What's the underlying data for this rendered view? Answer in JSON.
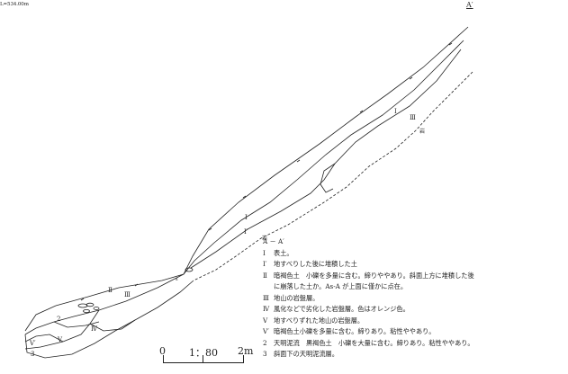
{
  "elevation_label": "L=534.00m",
  "section_label_top": "A′",
  "layer_labels": {
    "upper_I": "I",
    "upper_III": "Ⅲ",
    "upper_rock": "岩",
    "mid_I": "I",
    "mid_Iprime": "I′",
    "mid_rock": "岩",
    "low_II": "Ⅱ",
    "low_III": "Ⅲ",
    "low_IV": "Ⅳ",
    "low_2": "2",
    "low_V": "V",
    "low_Vprime": "V′",
    "low_3": "3",
    "low_s": "s"
  },
  "legend": {
    "title": "A － A′",
    "items": [
      {
        "mark": "Ⅰ",
        "text": "表土。"
      },
      {
        "mark": "Ⅰ′",
        "text": "地すべりした後に堆積した土"
      },
      {
        "mark": "Ⅱ",
        "text": "暗褐色土　小礫を多量に含む。締りややあり。斜面上方に堆積した後"
      },
      {
        "mark": "",
        "text": "に崩落した土か。As-A が上面に僅かに点在。"
      },
      {
        "mark": "Ⅲ",
        "text": "地山の岩盤層。"
      },
      {
        "mark": "Ⅳ",
        "text": "風化などで劣化した岩盤層。色はオレンジ色。"
      },
      {
        "mark": "Ⅴ",
        "text": "地すべりずれた地山の岩盤層。"
      },
      {
        "mark": "Ⅴ′",
        "text": "暗褐色土小礫を多量に含む。締りあり。粘性ややあり。"
      },
      {
        "mark": "2",
        "text": "天明泥流　黒褐色土　小礫を大量に含む。締りあり。粘性ややあり。"
      },
      {
        "mark": "3",
        "text": "斜面下の天明泥流層。"
      }
    ]
  },
  "scale": {
    "zero": "0",
    "ratio": "1：80",
    "length": "2m"
  }
}
